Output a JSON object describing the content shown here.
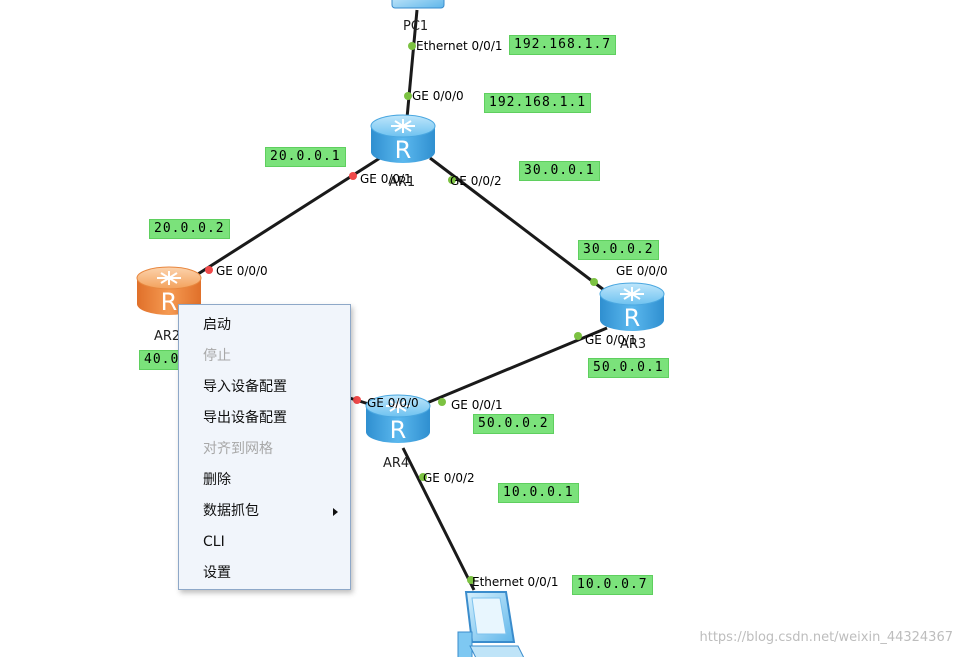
{
  "colors": {
    "ip_bg": "#7be27b",
    "port_up": "#7cc242",
    "port_down": "#f04a4a",
    "router_blue": "#3aa6e6",
    "router_orange": "#f08a3a",
    "link": "#1a1a1a"
  },
  "devices": {
    "pc1": {
      "name": "PC1",
      "icon": "pc-icon"
    },
    "ar1": {
      "name": "AR1",
      "icon": "router-icon"
    },
    "ar2": {
      "name": "AR2",
      "icon": "router-icon"
    },
    "ar3": {
      "name": "AR3",
      "icon": "router-icon"
    },
    "ar4": {
      "name": "AR4",
      "icon": "router-icon"
    },
    "pc2": {
      "icon": "pc-icon"
    }
  },
  "interfaces": {
    "pc1_eth": "Ethernet 0/0/1",
    "ar1_g0": "GE 0/0/0",
    "ar1_g1": "GE 0/0/1",
    "ar1_g2": "GE 0/0/2",
    "ar2_g0": "GE 0/0/0",
    "ar3_g0": "GE 0/0/0",
    "ar3_g1": "GE 0/0/1",
    "ar4_g0": "GE 0/0/0",
    "ar4_g1": "GE 0/0/1",
    "ar4_g2": "GE 0/0/2",
    "pc2_eth": "Ethernet 0/0/1"
  },
  "ips": {
    "pc1": "192.168.1.7",
    "ar1_g0": "192.168.1.1",
    "ar1_g1": "20.0.0.1",
    "ar2_g0": "20.0.0.2",
    "ar1_g2": "30.0.0.1",
    "ar3_g0": "30.0.0.2",
    "ar3_g1": "50.0.0.1",
    "ar4_g1": "50.0.0.2",
    "ar4_g2": "10.0.0.1",
    "pc2": "10.0.0.7",
    "ar2_partial": "40.0"
  },
  "context_menu": {
    "items": [
      {
        "label": "启动",
        "enabled": true
      },
      {
        "label": "停止",
        "enabled": false
      },
      {
        "label": "导入设备配置",
        "enabled": true
      },
      {
        "label": "导出设备配置",
        "enabled": true
      },
      {
        "label": "对齐到网格",
        "enabled": false
      },
      {
        "label": "删除",
        "enabled": true
      },
      {
        "label": "数据抓包",
        "enabled": true,
        "submenu": true
      },
      {
        "label": "CLI",
        "enabled": true
      },
      {
        "label": "设置",
        "enabled": true
      }
    ]
  },
  "watermark": "https://blog.csdn.net/weixin_44324367"
}
